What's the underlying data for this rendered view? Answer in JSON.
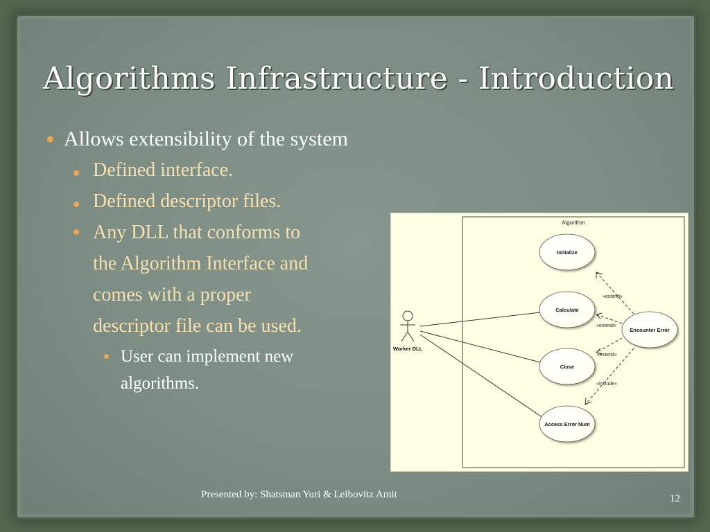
{
  "slide": {
    "title": "Algorithms Infrastructure - Introduction",
    "bullets": {
      "b1": "Allows extensibility of the system",
      "b1_1": "Defined interface.",
      "b1_2": "Defined descriptor files.",
      "b1_3_lines": [
        "Any DLL that conforms to",
        "the Algorithm Interface and",
        "comes with a proper",
        "descriptor file can be used."
      ],
      "b1_3_1_lines": [
        "User can implement new",
        "algorithms."
      ]
    },
    "footer": "Presented by: Shatsman Yuri & Leibovitz Amit",
    "page_number": "12",
    "accent_color": "#e8a65a"
  },
  "diagram": {
    "system_boundary": "Algorithm",
    "actor": "Worker DLL",
    "use_cases": {
      "initialize": "Initialize",
      "calculate": "Calculate",
      "close": "Close",
      "access_error_num": "Access Error Num",
      "encounter_error": "Encounter Error"
    },
    "relations": {
      "extend_1": "«extend»",
      "extend_2": "«extend»",
      "extend_3": "«extend»",
      "include": "«include»"
    }
  }
}
